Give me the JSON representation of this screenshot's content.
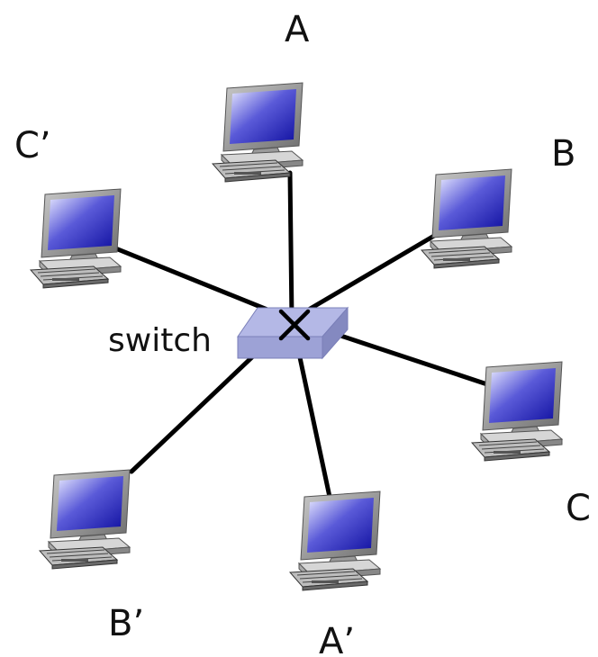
{
  "switch": {
    "label": "switch"
  },
  "hosts": [
    {
      "id": "A",
      "label": "A"
    },
    {
      "id": "B",
      "label": "B"
    },
    {
      "id": "C",
      "label": "C"
    },
    {
      "id": "A-prime",
      "label": "A’"
    },
    {
      "id": "B-prime",
      "label": "B’"
    },
    {
      "id": "C-prime",
      "label": "C’"
    }
  ],
  "links": [
    {
      "from": "switch",
      "to": "A"
    },
    {
      "from": "switch",
      "to": "B"
    },
    {
      "from": "switch",
      "to": "C"
    },
    {
      "from": "switch",
      "to": "A-prime"
    },
    {
      "from": "switch",
      "to": "B-prime"
    },
    {
      "from": "switch",
      "to": "C-prime"
    }
  ],
  "colors": {
    "link": "#000000",
    "switch_top": "#b4b8e6",
    "switch_side": "#8e93c8",
    "screen_light": "#c9cbf5",
    "screen_dark": "#1b1ba8",
    "monitor_frame": "#8c8c8c"
  }
}
